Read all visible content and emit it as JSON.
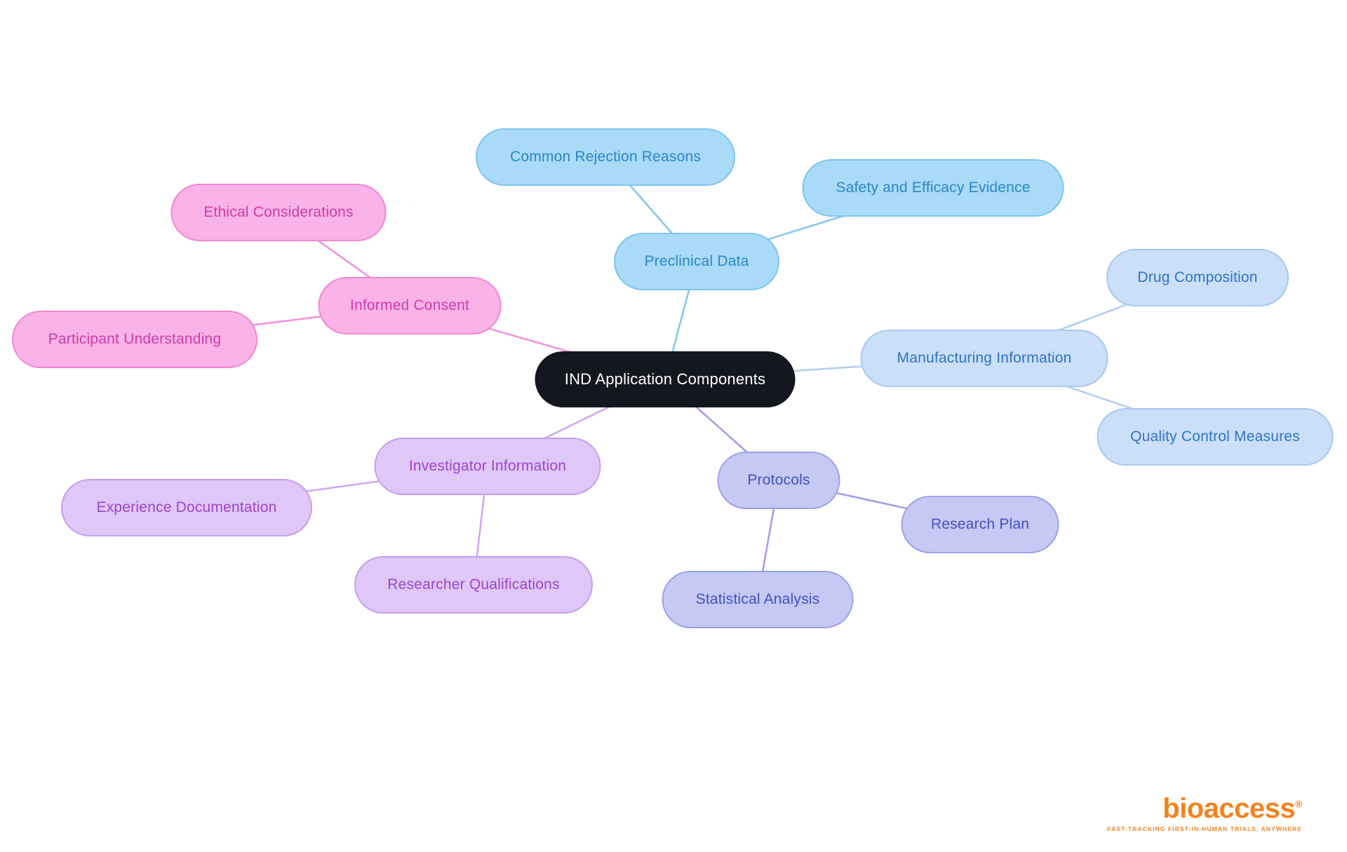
{
  "center": {
    "label": "IND Application Components",
    "bg": "#15171F",
    "text_color": "#FFFFFF"
  },
  "branches": {
    "preclinical": {
      "label": "Preclinical Data",
      "fill": "#A9DAF7",
      "border": "#7EC5EF",
      "text": "#2B87C8",
      "edge": "#85C6EF",
      "children": {
        "common_rejection": {
          "label": "Common Rejection Reasons"
        },
        "safety_efficacy": {
          "label": "Safety and Efficacy Evidence"
        }
      }
    },
    "manufacturing": {
      "label": "Manufacturing Information",
      "fill": "#CBDFF8",
      "border": "#A9C8F0",
      "text": "#2F74C5",
      "edge": "#AFCDF2",
      "children": {
        "drug_composition": {
          "label": "Drug Composition"
        },
        "quality_control": {
          "label": "Quality Control Measures"
        }
      }
    },
    "protocols": {
      "label": "Protocols",
      "fill": "#C5C9F3",
      "border": "#9BA2E8",
      "text": "#4450C0",
      "edge": "#98A0E8",
      "children": {
        "research_plan": {
          "label": "Research Plan"
        },
        "statistical_analysis": {
          "label": "Statistical Analysis"
        }
      }
    },
    "investigator": {
      "label": "Investigator Information",
      "fill": "#DFC7F7",
      "border": "#C89EEE",
      "text": "#9D44CC",
      "edge": "#CFA6F0",
      "children": {
        "experience_documentation": {
          "label": "Experience Documentation"
        },
        "researcher_qualifications": {
          "label": "Researcher Qualifications"
        }
      }
    },
    "informed_consent": {
      "label": "Informed Consent",
      "fill": "#F9B3E6",
      "border": "#F287D4",
      "text": "#D13BAA",
      "edge": "#F490D8",
      "children": {
        "ethical_considerations": {
          "label": "Ethical Considerations"
        },
        "participant_understanding": {
          "label": "Participant Understanding"
        }
      }
    }
  },
  "logo": {
    "brand": "bioaccess",
    "registered": "®",
    "tagline": "FAST-TRACKING FIRST-IN-HUMAN TRIALS, ANYWHERE",
    "color": "#F5821F"
  }
}
